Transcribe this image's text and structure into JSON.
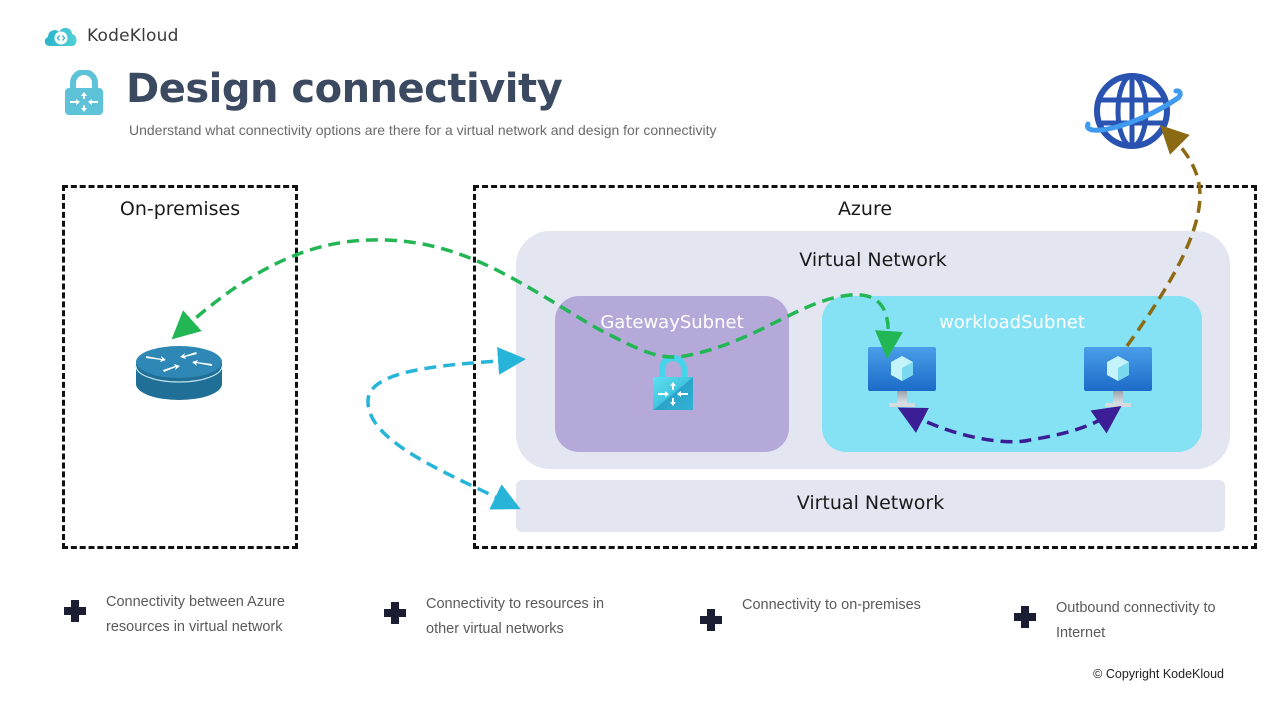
{
  "brand": {
    "name": "KodeKloud",
    "icon": "kodekloud-cloud-logo-icon"
  },
  "header": {
    "icon": "vpn-gateway-lock-icon",
    "title": "Design connectivity",
    "subtitle": "Understand what connectivity options are there for a virtual network and design for connectivity"
  },
  "diagram": {
    "on_premises": {
      "label": "On-premises",
      "device_icon": "router-icon"
    },
    "azure": {
      "label": "Azure",
      "primary_vnet": {
        "label": "Virtual Network",
        "subnets": [
          {
            "label": "GatewaySubnet",
            "icon": "vpn-gateway-lock-icon",
            "color": "#b4a9d8"
          },
          {
            "label": "workloadSubnet",
            "icon": "virtual-machine-icon",
            "vm_count": 2,
            "color": "#84e2f4"
          }
        ]
      },
      "secondary_vnet": {
        "label": "Virtual Network"
      }
    },
    "internet_icon": "globe-icon",
    "connections": [
      {
        "name": "on-premises-to-workload",
        "from": "workloadSubnet VM",
        "to": "On-premises router",
        "via": "GatewaySubnet",
        "color": "#22b655",
        "style": "dashed",
        "arrows": "both"
      },
      {
        "name": "vnet-peering",
        "from": "Virtual Network",
        "to": "Virtual Network",
        "color": "#26b4d8",
        "style": "dashed",
        "arrows": "both"
      },
      {
        "name": "vm-to-vm",
        "from": "VM 1",
        "to": "VM 2",
        "color": "#3b1d96",
        "style": "dashed",
        "arrows": "both"
      },
      {
        "name": "outbound-internet",
        "from": "VM 2",
        "to": "Internet",
        "color": "#8c6a14",
        "style": "dashed",
        "arrows": "end"
      }
    ]
  },
  "features": [
    {
      "icon": "plus-icon",
      "text": "Connectivity between Azure resources in virtual network"
    },
    {
      "icon": "plus-icon",
      "text": "Connectivity to resources in other virtual networks"
    },
    {
      "icon": "plus-icon",
      "text": "Connectivity to on-premises"
    },
    {
      "icon": "plus-icon",
      "text": "Outbound connectivity to Internet"
    }
  ],
  "footer": {
    "copyright": "© Copyright KodeKloud"
  }
}
